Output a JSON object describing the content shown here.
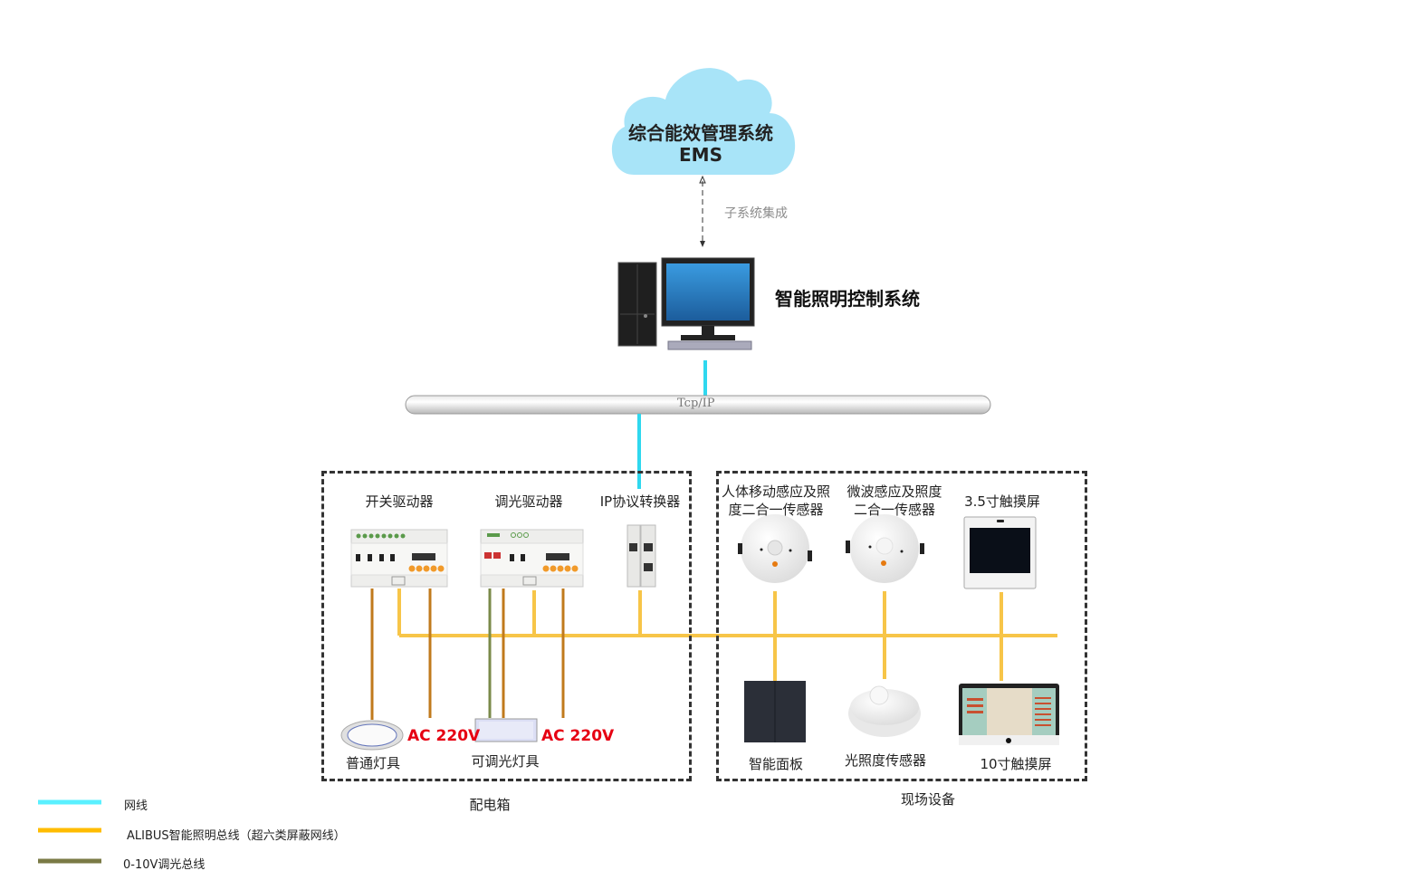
{
  "cloud": {
    "title": "综合能效管理系统",
    "subtitle": "EMS",
    "color": "#a8e4f8"
  },
  "integration_label": "子系统集成",
  "control_system": {
    "label": "智能照明控制系统"
  },
  "backbone": {
    "label": "Tcp/IP"
  },
  "distribution_box": {
    "label": "配电箱",
    "devices": [
      {
        "label": "开关驱动器"
      },
      {
        "label": "调光驱动器"
      },
      {
        "label": "IP协议转换器"
      }
    ],
    "lights": [
      {
        "label": "普通灯具",
        "voltage": "AC 220V"
      },
      {
        "label": "可调光灯具",
        "voltage": "AC 220V"
      }
    ]
  },
  "field_devices": {
    "label": "现场设备",
    "top": [
      {
        "label": "人体移动感应及照度二合一传感器",
        "line1": "人体移动感应及照",
        "line2": "度二合一传感器"
      },
      {
        "label": "微波感应及照度二合一传感器",
        "line1": "微波感应及照度",
        "line2": "二合一传感器"
      },
      {
        "label": "3.5寸触摸屏"
      }
    ],
    "bottom": [
      {
        "label": "智能面板"
      },
      {
        "label": "光照度传感器"
      },
      {
        "label": "10寸触摸屏"
      }
    ]
  },
  "legend": [
    {
      "label": "网线",
      "color": "#2fd8ef"
    },
    {
      "label": "ALIBUS智能照明总线（超六类屏蔽网线）",
      "color": "#f7c548"
    },
    {
      "label": "0-10V调光总线",
      "color": "#7a7a45"
    }
  ],
  "colors": {
    "network": "#2fd8ef",
    "bus": "#f7c548",
    "power": "#c07a1c",
    "dim": "#7a8a4a",
    "voltage_text": "#e60012"
  }
}
